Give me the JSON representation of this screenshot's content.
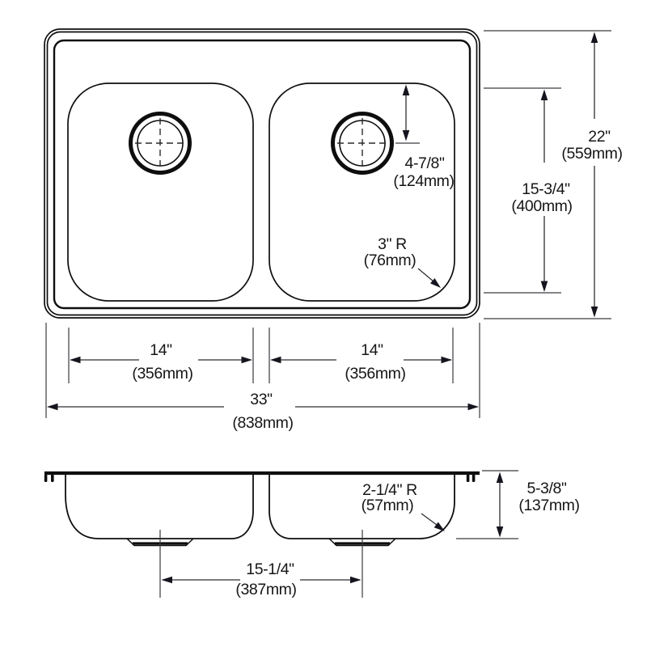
{
  "drawing": {
    "kind": "double-bowl-sink-spec-drawing",
    "colors": {
      "background": "#ffffff",
      "outline": "#0e0e0e",
      "dimension_lines": "#2f2f34",
      "text": "#161616"
    },
    "top_view": {
      "dims": {
        "drain_offset": {
          "in": "4-7/8\"",
          "mm": "(124mm)"
        },
        "overall_depth": {
          "in": "22\"",
          "mm": "(559mm)"
        },
        "bowl_depth": {
          "in": "15-3/4\"",
          "mm": "(400mm)"
        },
        "corner_radius": {
          "in": "3\" R",
          "mm": "(76mm)"
        },
        "bowl_width_left": {
          "in": "14\"",
          "mm": "(356mm)"
        },
        "bowl_width_right": {
          "in": "14\"",
          "mm": "(356mm)"
        },
        "overall_width": {
          "in": "33\"",
          "mm": "(838mm)"
        }
      }
    },
    "section_view": {
      "dims": {
        "bowl_bottom_radius": {
          "in": "2-1/4\" R",
          "mm": "(57mm)"
        },
        "bowl_depth": {
          "in": "5-3/8\"",
          "mm": "(137mm)"
        },
        "drain_centers": {
          "in": "15-1/4\"",
          "mm": "(387mm)"
        }
      }
    }
  }
}
